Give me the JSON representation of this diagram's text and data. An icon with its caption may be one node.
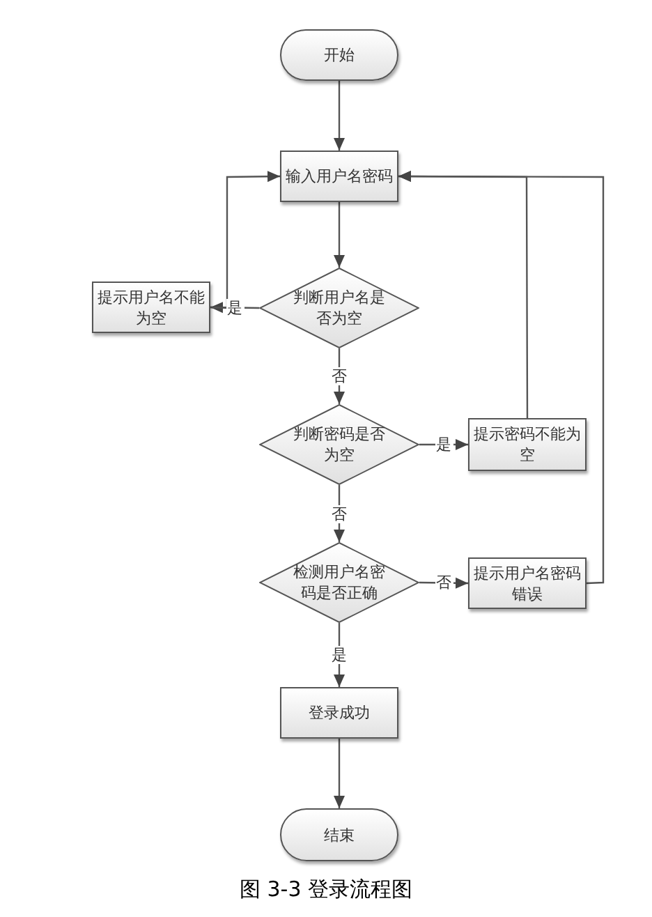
{
  "diagram": {
    "caption": "图 3-3 登录流程图",
    "nodes": [
      {
        "text": [
          "开始"
        ]
      },
      {
        "text": [
          "输入用户名密码"
        ]
      },
      {
        "text": [
          "判断用户名是否为空"
        ]
      },
      {
        "text": [
          "提示用户名不能为空"
        ]
      },
      {
        "text": [
          "判断密码是否为空"
        ]
      },
      {
        "text": [
          "提示密码不能为空"
        ]
      },
      {
        "text": [
          "检测用户名密码是否正确"
        ]
      },
      {
        "text": [
          "提示用户名密码错误"
        ]
      },
      {
        "text": [
          "登录成功"
        ]
      },
      {
        "text": [
          "结束"
        ]
      }
    ],
    "edges": [
      {
        "from": 0,
        "to": 1,
        "arrow": "to"
      },
      {
        "from": 1,
        "to": 2,
        "arrow": "to"
      },
      {
        "from": 2,
        "to": 3,
        "arrow": "to",
        "label": "是"
      },
      {
        "from": 3,
        "to": 1,
        "arrow": "to"
      },
      {
        "from": 2,
        "to": 4,
        "arrow": "to",
        "label": "否"
      },
      {
        "from": 4,
        "to": 5,
        "arrow": "to",
        "label": "是"
      },
      {
        "from": 5,
        "to": 1,
        "arrow": "to"
      },
      {
        "from": 4,
        "to": 6,
        "arrow": "to",
        "label": "否"
      },
      {
        "from": 6,
        "to": 7,
        "arrow": "to",
        "label": "否"
      },
      {
        "from": 7,
        "to": 1,
        "arrow": "to"
      },
      {
        "from": 6,
        "to": 8,
        "arrow": "to",
        "label": "是"
      },
      {
        "from": 8,
        "to": 9,
        "arrow": "to"
      }
    ]
  }
}
